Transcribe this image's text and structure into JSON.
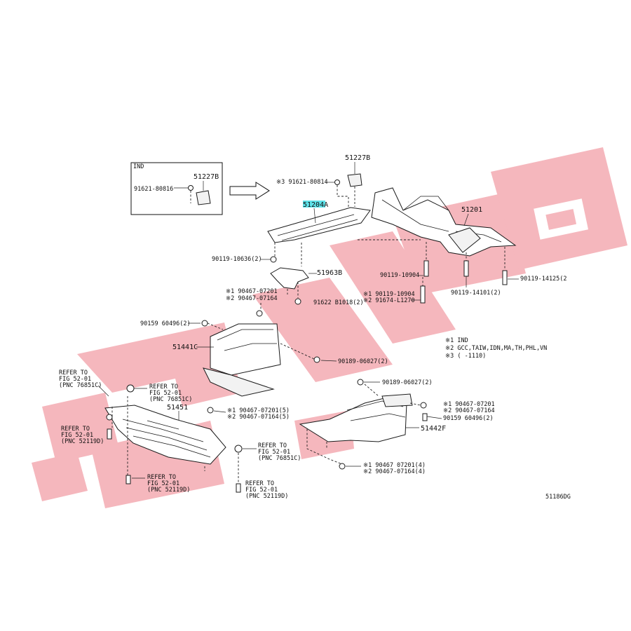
{
  "watermark": {
    "color": "#f5b7bd"
  },
  "highlight_color": "#5fe3ea",
  "inset": {
    "title": "IND",
    "part_a": "51227B",
    "part_b": "91621-80816"
  },
  "labels": {
    "p51227B": "51227B",
    "p51204A": "51204A",
    "p51201": "51201",
    "p51963B": "51963B",
    "p51441C": "51441C",
    "p51451": "51451",
    "p51442F": "51442F",
    "b91621": "※3 91621-80814",
    "b90119_10636": "90119-10636(2)",
    "b90119_10904": "90119-10904",
    "b90119_14101": "90119-14101(2)",
    "b90119_14125": "90119-14125(2",
    "b90467_a1": "※1 90467-07201",
    "b90467_a2": "※2 90467-07164",
    "b91622": "91622  B1018(2)",
    "b90119_10904b": "※1 90119-10904",
    "b91674": "※2 91674-L1270",
    "b90159_a": "90159  60496(2)",
    "b90189_a": "90189-06027(2)",
    "b90189_b": "90189-06027(2)",
    "b90467_b1": "※1 90467-07201(5)",
    "b90467_b2": "※2 90467-07164(5)",
    "b90467_c1": "※1 90467-07201",
    "b90467_c2": "※2 90467-07164",
    "b90159_b": "90159  60496(2)",
    "b90467_d1": "※1 90467  07201(4)",
    "b90467_d2": "※2 90467-07164(4)",
    "ref1_a": "REFER  TO",
    "ref1_b": "FIG  52-01",
    "ref1_c": "(PNC  76851C)",
    "ref2_a": "REFER  TO",
    "ref2_b": "FIG  52-01",
    "ref2_c": "(PNC  76851C)",
    "ref3_a": "REFER  TO",
    "ref3_b": "FIG  52-01",
    "ref3_c": "(PNC  52119D)",
    "ref4_a": "REFER  TO",
    "ref4_b": "FIG  52-01",
    "ref4_c": "(PNC  76851C)",
    "ref5_a": "REFER  TO",
    "ref5_b": "FIG  52-01",
    "ref5_c": "(PNC  52119D)",
    "ref6_a": "REFER  TO",
    "ref6_b": "FIG  52-01",
    "ref6_c": "(PNC  52119D)"
  },
  "notes": {
    "n1": "※1  IND",
    "n2": "※2  GCC,TAIW,IDN,MA,TH,PHL,VN",
    "n3": "※3  (       -1110)"
  },
  "figure_code": "51186DG"
}
